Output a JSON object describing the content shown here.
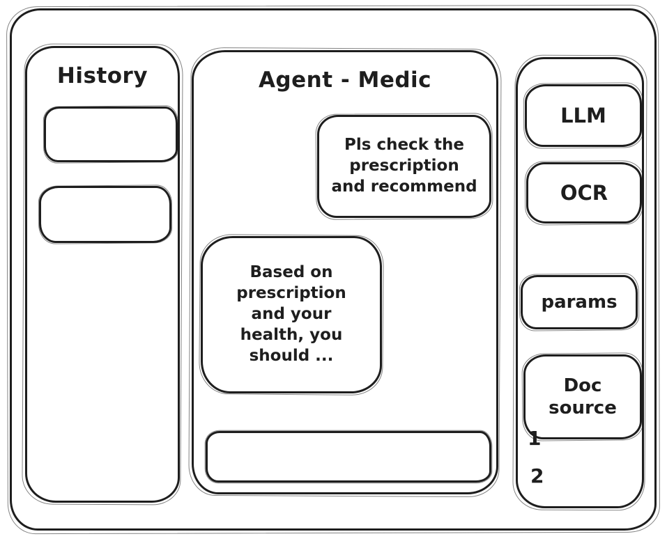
{
  "app": {
    "ink_color": "#1e1e1e",
    "background_color": "#ffffff"
  },
  "history_panel": {
    "title": "History"
  },
  "chat_panel": {
    "title": "Agent - Medic",
    "user_message": "Pls check the\nprescription\nand recommend",
    "assistant_message": "Based on\nprescription\nand your\nhealth, you\nshould ...",
    "input_value": "",
    "input_placeholder": ""
  },
  "tools_panel": {
    "buttons": [
      {
        "label": "LLM"
      },
      {
        "label": "OCR"
      },
      {
        "label": "params"
      },
      {
        "label": "Doc source"
      }
    ],
    "doc_items": [
      "1",
      "2"
    ]
  }
}
